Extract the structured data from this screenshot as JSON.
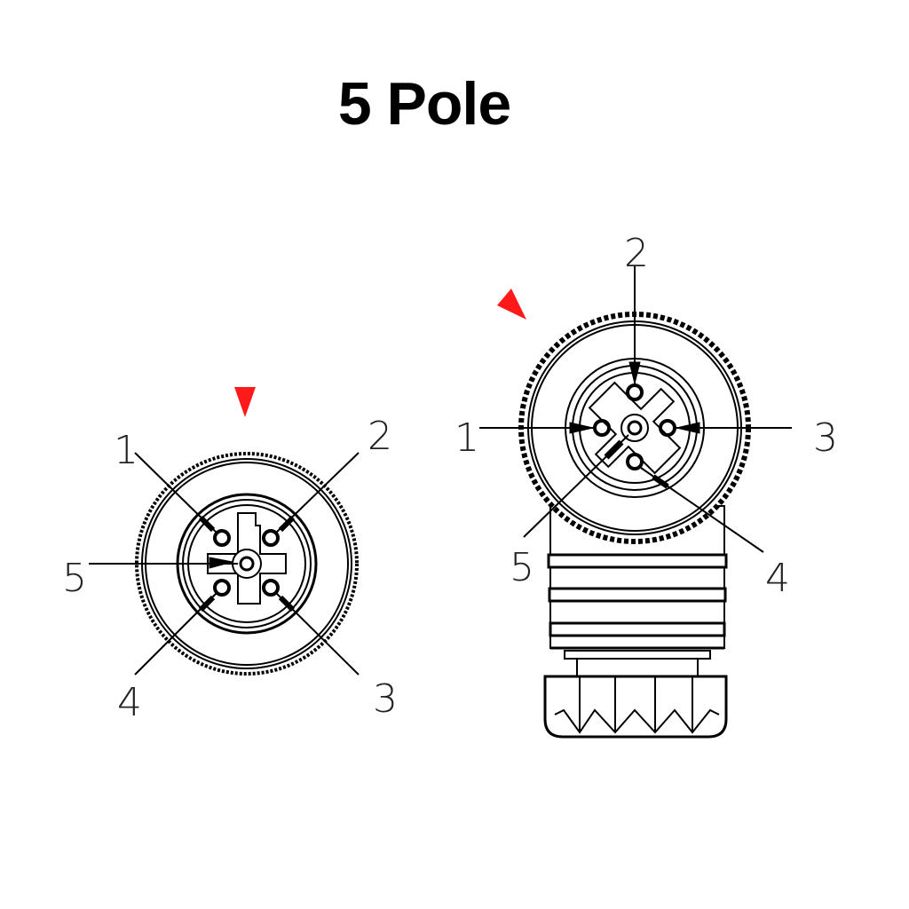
{
  "title": "5 Pole",
  "colors": {
    "line": "#000000",
    "marker": "#ff1a1a",
    "background": "#ffffff"
  },
  "left_connector": {
    "view": "straight-front",
    "pins": [
      {
        "label": "1"
      },
      {
        "label": "2"
      },
      {
        "label": "3"
      },
      {
        "label": "4"
      },
      {
        "label": "5"
      }
    ],
    "marker": "red-triangle-down"
  },
  "right_connector": {
    "view": "angled-front",
    "pins": [
      {
        "label": "1"
      },
      {
        "label": "2"
      },
      {
        "label": "3"
      },
      {
        "label": "4"
      },
      {
        "label": "5"
      }
    ],
    "marker": "red-triangle-angled"
  }
}
